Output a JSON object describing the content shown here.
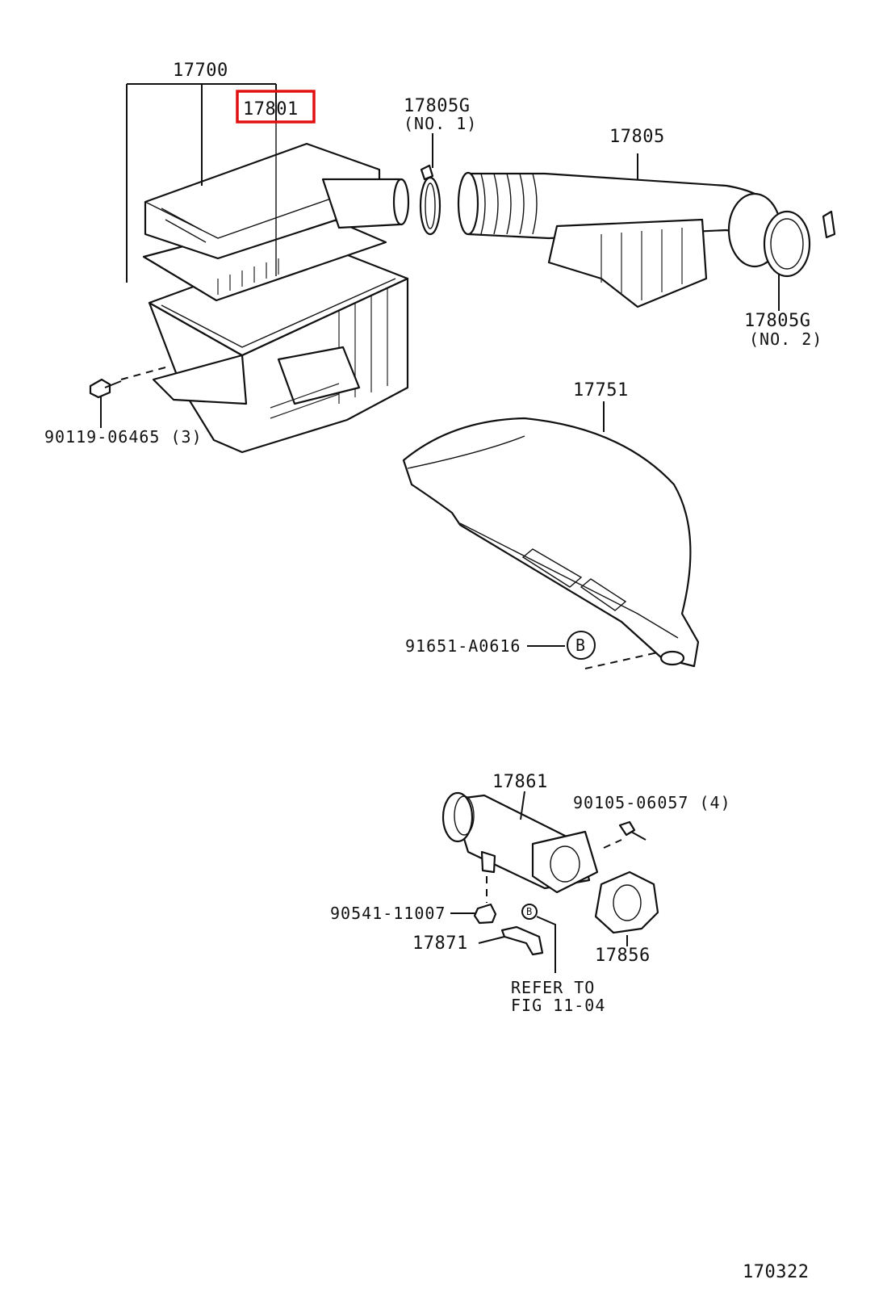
{
  "highlight_color": "#e01010",
  "labels": {
    "assembly": "17700",
    "element": "17801",
    "clamp_no1": "17805G",
    "clamp_no1_note": "(NO. 1)",
    "hose": "17805",
    "clamp_no2": "17805G",
    "clamp_no2_note": "(NO. 2)",
    "bolt_left": "90119-06465 (3)",
    "duct": "17751",
    "clip": "91651-A0616",
    "ref_b_duct": "B",
    "inlet": "17861",
    "bolt_inlet": "90105-06057 (4)",
    "grommet": "90541-11007",
    "bracket": "17871",
    "ref_b_bracket": "B",
    "gasket": "17856",
    "refer_line1": "REFER TO",
    "refer_line2": "FIG 11-04",
    "figure_number": "170322"
  }
}
